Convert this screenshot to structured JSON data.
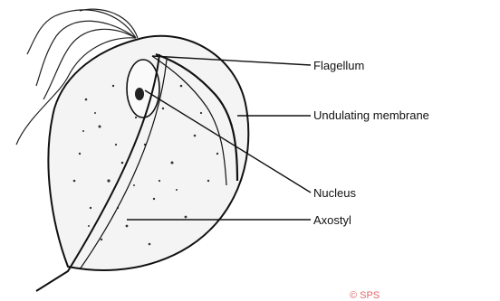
{
  "diagram": {
    "labels": {
      "flagellum": "Flagellum",
      "undulating_membrane": "Undulating membrane",
      "nucleus": "Nucleus",
      "axostyl": "Axostyl"
    },
    "watermark": "© SPS"
  }
}
